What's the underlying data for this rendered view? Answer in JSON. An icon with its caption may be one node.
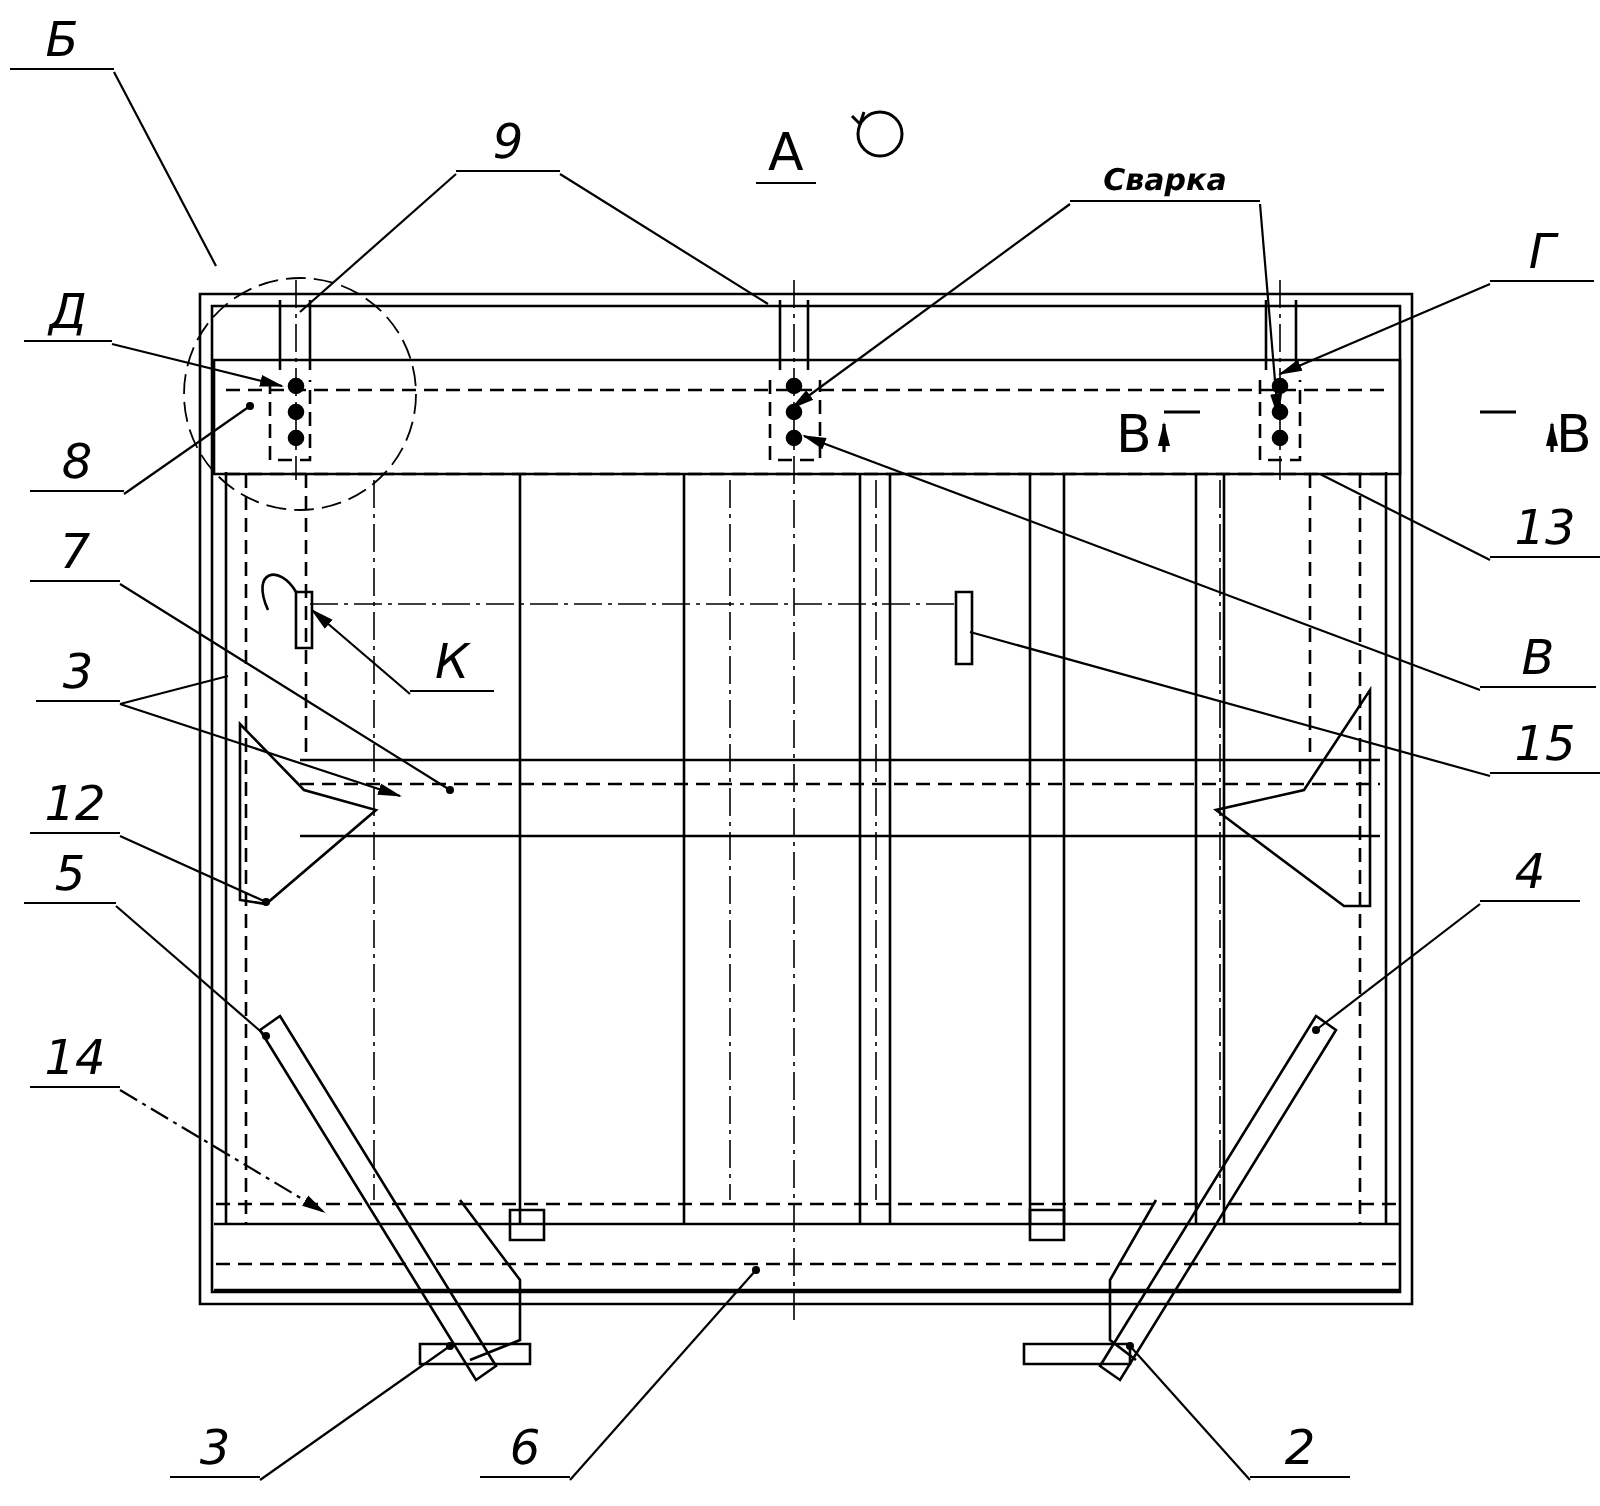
{
  "diagram": {
    "nodes": [
      {
        "text": [
          "Б"
        ]
      },
      {
        "text": [
          "9"
        ]
      },
      {
        "text": [
          "Д"
        ]
      },
      {
        "text": [
          "8"
        ]
      },
      {
        "text": [
          "Сварка"
        ]
      },
      {
        "text": [
          "Г"
        ]
      },
      {
        "text": [
          "13"
        ]
      },
      {
        "text": [
          "7"
        ]
      },
      {
        "text": [
          "К"
        ]
      },
      {
        "text": [
          "В"
        ]
      },
      {
        "text": [
          "3"
        ]
      },
      {
        "text": [
          "15"
        ]
      },
      {
        "text": [
          "12"
        ]
      },
      {
        "text": [
          "5"
        ]
      },
      {
        "text": [
          "4"
        ]
      },
      {
        "text": [
          "14"
        ]
      },
      {
        "text": [
          "3"
        ]
      },
      {
        "text": [
          "6"
        ]
      },
      {
        "text": [
          "2"
        ]
      }
    ],
    "edges": [
      {
        "from": 0,
        "to": null,
        "arrow": "none"
      },
      {
        "from": 1,
        "to": null,
        "arrow": "none"
      },
      {
        "from": 1,
        "to": null,
        "arrow": "none"
      },
      {
        "from": 2,
        "to": null,
        "arrow": "to"
      },
      {
        "from": 3,
        "to": null,
        "arrow": "other"
      },
      {
        "from": 4,
        "to": null,
        "arrow": "to"
      },
      {
        "from": 4,
        "to": null,
        "arrow": "to"
      },
      {
        "from": 5,
        "to": null,
        "arrow": "to"
      },
      {
        "from": 6,
        "to": null,
        "arrow": "none"
      },
      {
        "from": 7,
        "to": null,
        "arrow": "other"
      },
      {
        "from": 8,
        "to": null,
        "arrow": "to"
      },
      {
        "from": 9,
        "to": null,
        "arrow": "to"
      },
      {
        "from": 10,
        "to": null,
        "arrow": "none"
      },
      {
        "from": 10,
        "to": null,
        "arrow": "to"
      },
      {
        "from": 11,
        "to": null,
        "arrow": "none"
      },
      {
        "from": 12,
        "to": null,
        "arrow": "other"
      },
      {
        "from": 13,
        "to": null,
        "arrow": "other"
      },
      {
        "from": 14,
        "to": null,
        "arrow": "other"
      },
      {
        "from": 15,
        "to": null,
        "arrow": "to",
        "style": "dashed"
      },
      {
        "from": 16,
        "to": null,
        "arrow": "other"
      },
      {
        "from": 17,
        "to": null,
        "arrow": "other"
      },
      {
        "from": 18,
        "to": null,
        "arrow": "other"
      }
    ],
    "labels": [
      "А",
      "В",
      "В"
    ]
  }
}
